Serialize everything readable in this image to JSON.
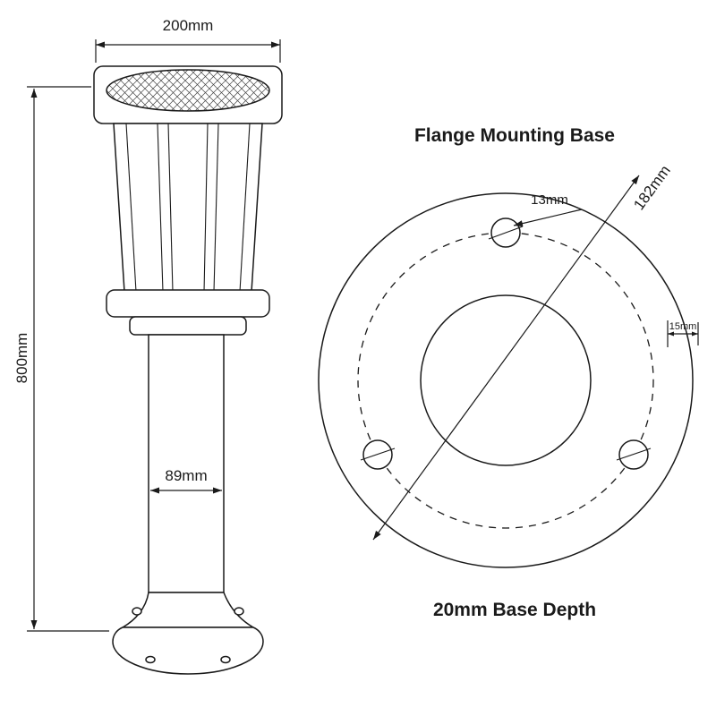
{
  "diagram": {
    "background_color": "#ffffff",
    "line_color": "#1a1a1a",
    "bollard": {
      "width_label": "200mm",
      "height_label": "800mm",
      "pole_label": "89mm"
    },
    "flange": {
      "title": "Flange Mounting Base",
      "hole_label": "13mm",
      "bolt_circle_label": "182mm",
      "rim_label": "15mm",
      "caption": "20mm Base Depth"
    }
  }
}
